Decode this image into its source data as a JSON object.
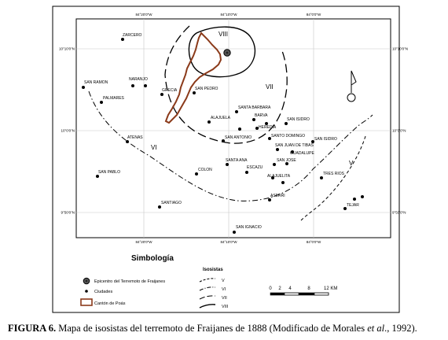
{
  "map": {
    "lon_labels": [
      "84°20'0\"W",
      "84°10'0\"W",
      "84°0'0\"W"
    ],
    "lat_labels": [
      "10°10'0\"N",
      "10°0'0\"N",
      "9°50'0\"N"
    ],
    "isoseismal_labels": [
      "VIII",
      "VII",
      "VI",
      "V"
    ],
    "cities": [
      "ZARCERO",
      "SAN RAMON",
      "NARANJO",
      "PALMARES",
      "GRECIA",
      "SAN PEDRO",
      "SANTA BARBARA",
      "ALAJUELA",
      "BARVA",
      "HEREDIA",
      "SAN ISIDRO",
      "SANTO DOMINGO",
      "SAN ANTONIO",
      "SAN ISIDRO",
      "SAN JUAN DE TIBAS",
      "GUADALUPE",
      "ATENAS",
      "SANTA ANA",
      "SAN JOSE",
      "ESCAZU",
      "COLON",
      "ALAJUELITA",
      "TRES RIOS",
      "SAN PABLO",
      "ASERRI",
      "TEJAR",
      "SANTIAGO",
      "SAN IGNACIO"
    ]
  },
  "legend": {
    "title": "Simbología",
    "epicenter": "Epicentro del Terremoto de Fraijanes",
    "cities": "Ciudades",
    "canton": "Cantón de Poás",
    "isosistas_title": "Isosistas",
    "isosistas": [
      "V",
      "VI",
      "VII",
      "VIII"
    ]
  },
  "scale": {
    "ticks": [
      "0",
      "2",
      "4",
      "8",
      "12 KM"
    ]
  },
  "caption": {
    "label": "FIGURA 6.",
    "text_before": " Mapa de isosistas del terremoto de Fraijanes de 1888 (Modificado de Morales ",
    "italic": "et al",
    "text_after": "., 1992)."
  }
}
